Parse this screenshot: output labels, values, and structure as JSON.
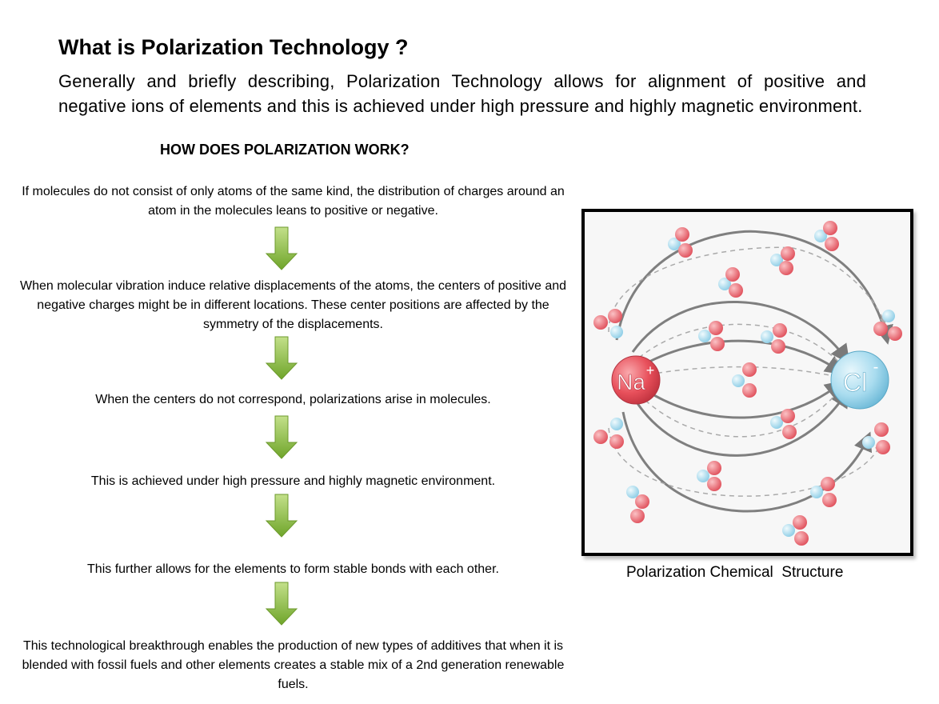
{
  "header": {
    "title": "What is Polarization Technology ?",
    "intro": "Generally and briefly describing, Polarization Technology allows for alignment of positive and negative ions of elements and this is achieved under high pressure and highly magnetic environment."
  },
  "flow": {
    "heading": "HOW DOES POLARIZATION WORK?",
    "steps": [
      "If molecules do not consist of only atoms of the same kind, the distribution of charges around an atom in the molecules leans to positive or negative.",
      "When molecular vibration induce relative displacements of the atoms, the centers of positive and negative charges might be in different locations. These center positions are affected by the symmetry of the displacements.",
      "When the centers do not correspond, polarizations arise in molecules.",
      "This is achieved under high pressure and highly magnetic environment.",
      "This further allows for the elements to form stable bonds with each other.",
      "This technological breakthrough enables the production of new types of additives that when it is blended with fossil fuels and other elements creates a stable mix of a 2nd generation renewable fuels."
    ]
  },
  "figure": {
    "cation_label": "Na",
    "cation_charge": "+",
    "anion_label": "Cl",
    "anion_charge": "-",
    "caption": "Polarization Chemical  Structure"
  },
  "colors": {
    "arrow_green": "#8cc63f",
    "cation_red": "#e8505b",
    "anion_blue": "#9fd6ea"
  }
}
